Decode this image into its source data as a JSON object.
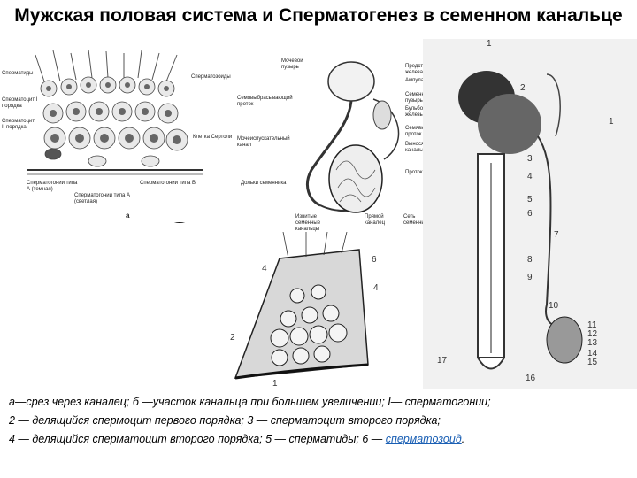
{
  "title": "Мужская половая система и Сперматогенез в семенном канальце",
  "seminiferous_epithelium_labels": [
    "Сперматиды",
    "Сперматозоиды",
    "Сперматоцит I порядка",
    "Сперматоцит II порядка",
    "Клетка Сертоли",
    "Сперматогонии типа А (темная)",
    "Сперматогонии типа А (светлая)",
    "Сперматогонии типа В"
  ],
  "panel_letter": "а",
  "male_reproductive_labels": {
    "left": [
      "Мочевой пузырь",
      "Семявыбрасывающий проток",
      "Мочеиспускательный канал",
      "Дольки семенника"
    ],
    "right": [
      "Предстательная железа",
      "Ампула",
      "Семенные пузырьки",
      "Бульбоуретральные железы",
      "Семявыносящий проток",
      "Выносящие канальцы",
      "Проток придатка"
    ],
    "bottom": [
      "Извитые семенные канальцы",
      "Прямой каналец",
      "Сеть семенника"
    ]
  },
  "tubule_section_numbers": [
    "4",
    "6",
    "4",
    "2",
    "1"
  ],
  "system_numbers_right": [
    "1",
    "2",
    "1",
    "3",
    "4",
    "5",
    "6",
    "7",
    "8",
    "9",
    "10",
    "11",
    "12",
    "13",
    "14",
    "15",
    "16"
  ],
  "system_number_left": "17",
  "caption": {
    "line1": "а—срез через каналец; б —участок канальца при большем увеличении; I— сперматогонии;",
    "line2": "2 — делящийся спермоцит первого порядка; 3 — сперматоцит второго порядка;",
    "line3_prefix": "4 — делящийся сперматоцит второго порядка; 5 — сперматиды; 6 — ",
    "line3_link": "сперматозоид",
    "line3_suffix": "."
  }
}
